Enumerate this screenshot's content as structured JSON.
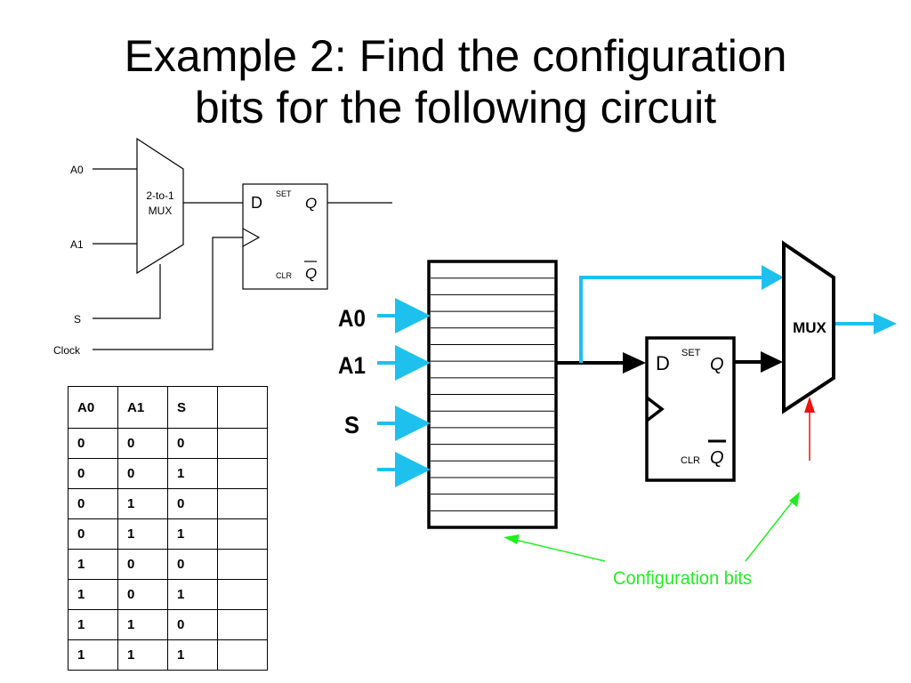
{
  "title": {
    "line1": "Example 2: Find the configuration",
    "line2": "bits for the following circuit"
  },
  "left_circuit": {
    "mux_label_line1": "2-to-1",
    "mux_label_line2": "MUX",
    "input_a0": "A0",
    "input_a1": "A1",
    "input_s": "S",
    "input_clock": "Clock",
    "ff_d": "D",
    "ff_set": "SET",
    "ff_q": "Q",
    "ff_clr": "CLR",
    "ff_qbar": "Q"
  },
  "right_circuit": {
    "input_a0": "A0",
    "input_a1": "A1",
    "input_s": "S",
    "mux_label": "MUX",
    "ff_d": "D",
    "ff_set": "SET",
    "ff_q": "Q",
    "ff_clr": "CLR",
    "ff_qbar": "Q",
    "config_label": "Configuration bits",
    "lut_rows": 16
  },
  "colors": {
    "cyan_arrow": "#1ec0ee",
    "green_annotation": "#22ee22",
    "red_arrow": "#ee1111"
  },
  "truth_table": {
    "headers": [
      "A0",
      "A1",
      "S",
      ""
    ],
    "rows": [
      [
        "0",
        "0",
        "0",
        ""
      ],
      [
        "0",
        "0",
        "1",
        ""
      ],
      [
        "0",
        "1",
        "0",
        ""
      ],
      [
        "0",
        "1",
        "1",
        ""
      ],
      [
        "1",
        "0",
        "0",
        ""
      ],
      [
        "1",
        "0",
        "1",
        ""
      ],
      [
        "1",
        "1",
        "0",
        ""
      ],
      [
        "1",
        "1",
        "1",
        ""
      ]
    ]
  }
}
